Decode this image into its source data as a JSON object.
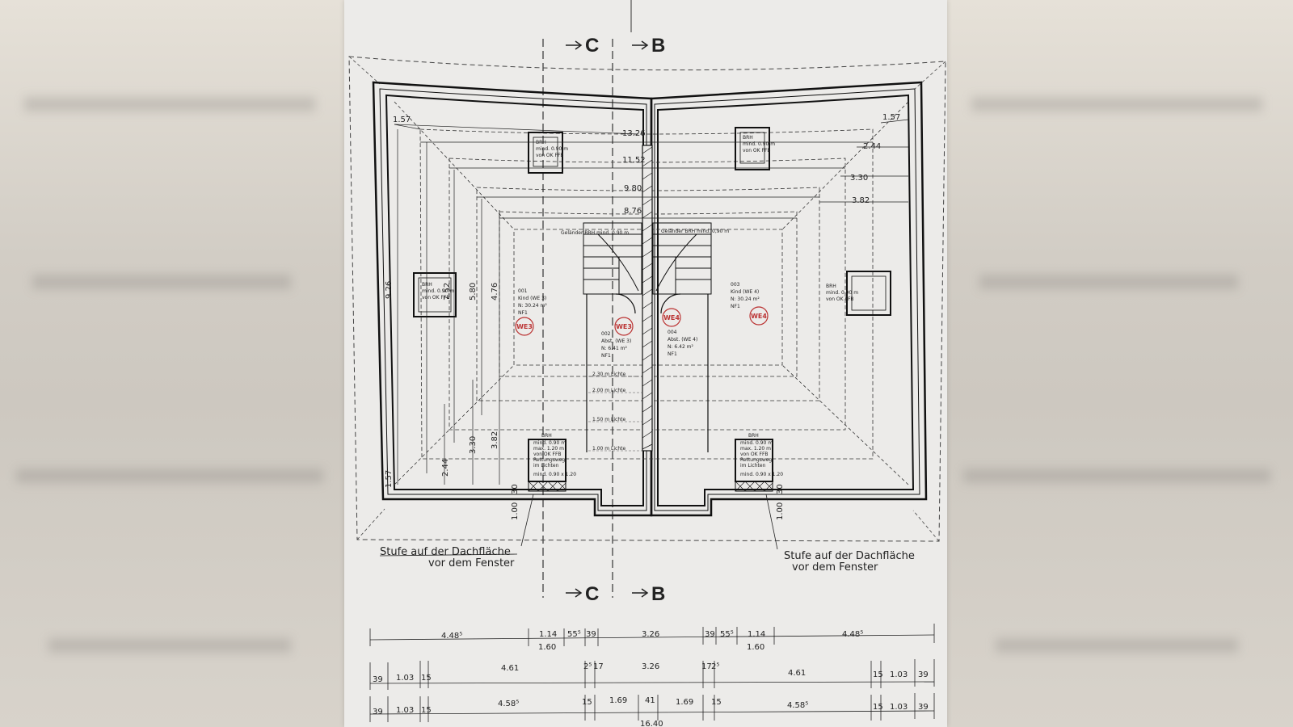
{
  "section_marks": {
    "top_c": "C",
    "top_b": "B",
    "bottom_c": "C",
    "bottom_b": "B"
  },
  "dims": {
    "top_left_157": "1.57",
    "top_right_157": "1.57",
    "v1326": "13.26",
    "v1152": "11.52",
    "v980": "9.80",
    "v876": "8.76",
    "r244": "2.44",
    "r330": "3.30",
    "r382": "3.82",
    "l926": "9.26",
    "l752": "7.52",
    "l580": "5.80",
    "l476": "4.76",
    "l382": "3.82",
    "l330": "3.30",
    "l244": "2.44",
    "l157": "1.57",
    "b_l_100": "1.00",
    "b_r_100": "1.00",
    "b_l_30": "30",
    "b_r_30": "30"
  },
  "rooms": {
    "left_kind": [
      "001",
      "Kind (WE 3)",
      "N: 30.24 m²",
      "NF1"
    ],
    "left_abst": [
      "002",
      "Abst. (WE 3)",
      "N: 6.41 m²",
      "NF1"
    ],
    "right_abst": [
      "004",
      "Abst. (WE 4)",
      "N: 6.42 m²",
      "NF1"
    ],
    "right_kind": [
      "003",
      "Kind (WE 4)",
      "N: 30.24 m²",
      "NF1"
    ],
    "we3_a": "WE3",
    "we3_b": "WE3",
    "we4_a": "WE4",
    "we4_b": "WE4",
    "gelaender_left": "Geländer BRH mind. 0,90 m",
    "gelaender_right": "Geländer BRH mind. 0,90 m",
    "lichte_1": "2.30 m Lichte",
    "lichte_2": "2.00 m Lichte",
    "lichte_3": "1.50 m Lichte",
    "lichte_4": "1.00 m Lichte"
  },
  "windows": {
    "top_left": [
      "BRH",
      "mind. 0.90 m",
      "von OK FFB"
    ],
    "top_right": [
      "BRH",
      "mind. 0.90 m",
      "von OK FFB"
    ],
    "mid_left": [
      "BRH",
      "mind. 0.90 m",
      "von OK FFB"
    ],
    "mid_right": [
      "BRH",
      "mind. 0.90 m",
      "von OK FFB"
    ],
    "bot_left": [
      "BRH",
      "mind. 0.90 m",
      "max. 1.20 m",
      "von OK FFB",
      "Rettungsweg",
      "im Lichten",
      "mind. 0.90 x 1.20"
    ],
    "bot_right": [
      "BRH",
      "mind. 0.90 m",
      "max. 1.20 m",
      "von OK FFB",
      "Rettungsweg",
      "im Lichten",
      "mind. 0.90 x 1.20"
    ]
  },
  "notes": {
    "left_line1": "Stufe auf der Dachfläche",
    "left_line2": "vor dem Fenster",
    "right_line1": "Stufe auf der Dachfläche",
    "right_line2": "vor dem Fenster"
  },
  "bottom_dims": {
    "row1": [
      "4.48⁵",
      "1.14",
      "55⁵",
      "39",
      "3.26",
      "39",
      "55⁵",
      "1.14",
      "4.48⁵"
    ],
    "row1_sub": [
      "1.60",
      "1.60"
    ],
    "row2": [
      "39",
      "1.03",
      "15",
      "4.61",
      "2⁵",
      "17",
      "3.26",
      "17",
      "2⁵",
      "4.61",
      "15",
      "1.03",
      "39"
    ],
    "row3": [
      "39",
      "1.03",
      "15",
      "4.58⁵",
      "15",
      "1.69",
      "41",
      "1.69",
      "15",
      "4.58⁵",
      "15",
      "1.03",
      "39"
    ],
    "total": "16.40"
  }
}
